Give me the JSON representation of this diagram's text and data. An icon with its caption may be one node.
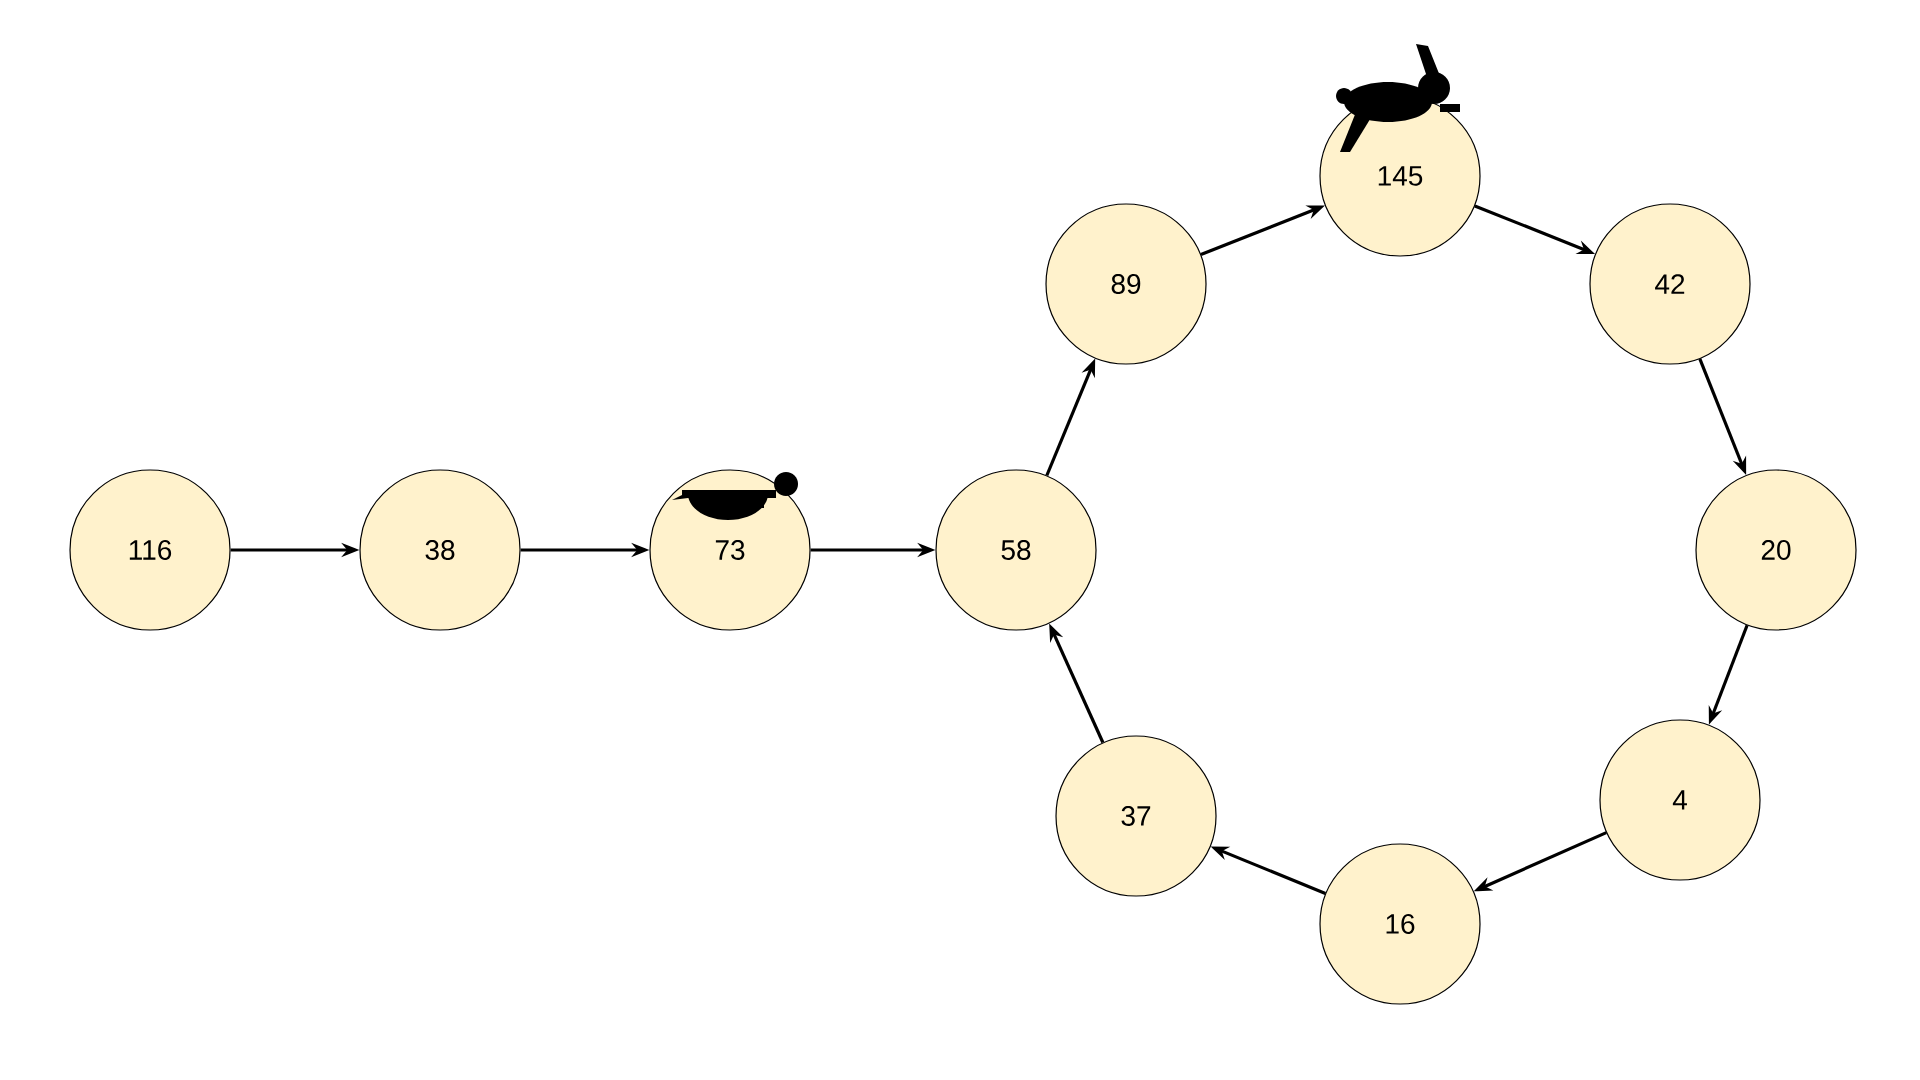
{
  "diagram": {
    "nodes": [
      {
        "text": [
          "116"
        ]
      },
      {
        "text": [
          "38"
        ]
      },
      {
        "text": [
          "73"
        ]
      },
      {
        "text": [
          "58"
        ]
      },
      {
        "text": [
          "89"
        ]
      },
      {
        "text": [
          "145"
        ]
      },
      {
        "text": [
          "42"
        ]
      },
      {
        "text": [
          "20"
        ]
      },
      {
        "text": [
          "4"
        ]
      },
      {
        "text": [
          "16"
        ]
      },
      {
        "text": [
          "37"
        ]
      }
    ],
    "edges": [
      {
        "from": 0,
        "to": 1,
        "arrow": "to"
      },
      {
        "from": 1,
        "to": 2,
        "arrow": "to"
      },
      {
        "from": 2,
        "to": 3,
        "arrow": "to"
      },
      {
        "from": 3,
        "to": 4,
        "arrow": "to"
      },
      {
        "from": 4,
        "to": 5,
        "arrow": "to"
      },
      {
        "from": 5,
        "to": 6,
        "arrow": "to"
      },
      {
        "from": 6,
        "to": 7,
        "arrow": "to"
      },
      {
        "from": 7,
        "to": 8,
        "arrow": "to"
      },
      {
        "from": 8,
        "to": 9,
        "arrow": "to"
      },
      {
        "from": 9,
        "to": 10,
        "arrow": "to"
      },
      {
        "from": 10,
        "to": 3,
        "arrow": "to"
      }
    ]
  }
}
